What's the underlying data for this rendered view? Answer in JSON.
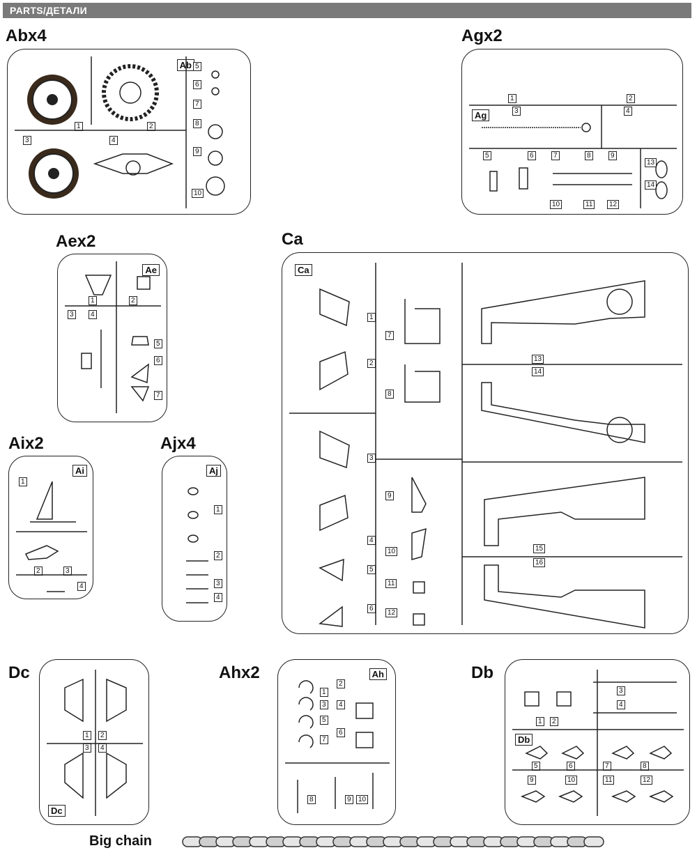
{
  "header": {
    "title": "PARTS/ДЕТАЛИ"
  },
  "sprues": {
    "ab": {
      "title": "Abx4",
      "tag": "Ab",
      "parts": [
        "1",
        "2",
        "3",
        "4",
        "5",
        "6",
        "7",
        "8",
        "9",
        "10"
      ]
    },
    "ag": {
      "title": "Agx2",
      "tag": "Ag",
      "parts": [
        "1",
        "2",
        "3",
        "4",
        "5",
        "6",
        "7",
        "8",
        "9",
        "10",
        "11",
        "12",
        "13",
        "14"
      ]
    },
    "ae": {
      "title": "Aex2",
      "tag": "Ae",
      "parts": [
        "1",
        "2",
        "3",
        "4",
        "5",
        "6",
        "7"
      ]
    },
    "ca": {
      "title": "Ca",
      "tag": "Ca",
      "parts": [
        "1",
        "2",
        "3",
        "4",
        "5",
        "6",
        "7",
        "8",
        "9",
        "10",
        "11",
        "12",
        "13",
        "14",
        "15",
        "16"
      ]
    },
    "ai": {
      "title": "Aix2",
      "tag": "Ai",
      "parts": [
        "1",
        "2",
        "3",
        "4"
      ]
    },
    "aj": {
      "title": "Ajx4",
      "tag": "Aj",
      "parts": [
        "1",
        "2",
        "3",
        "4"
      ]
    },
    "dc": {
      "title": "Dc",
      "tag": "Dc",
      "parts": [
        "1",
        "2",
        "3",
        "4"
      ]
    },
    "ah": {
      "title": "Ahx2",
      "tag": "Ah",
      "parts": [
        "1",
        "2",
        "3",
        "4",
        "5",
        "6",
        "7",
        "8",
        "9",
        "10"
      ]
    },
    "db": {
      "title": "Db",
      "tag": "Db",
      "parts": [
        "1",
        "2",
        "3",
        "4",
        "5",
        "6",
        "7",
        "8",
        "9",
        "10",
        "11",
        "12"
      ]
    }
  },
  "chain": {
    "label": "Big chain"
  }
}
